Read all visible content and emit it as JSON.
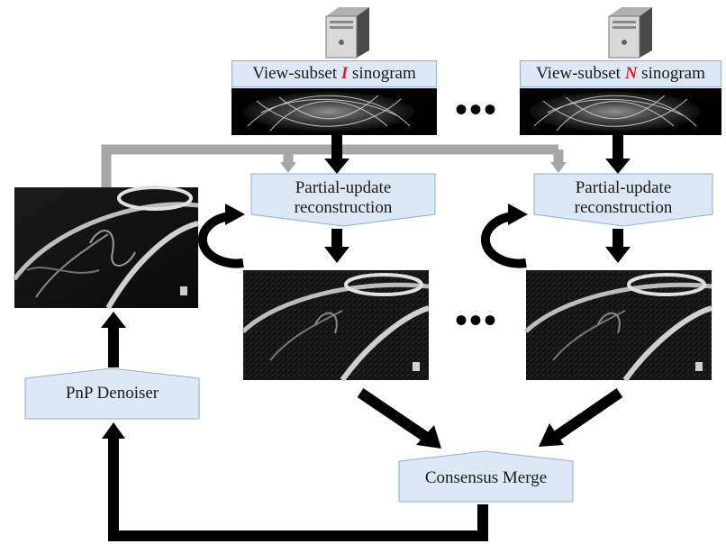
{
  "labels": {
    "subset_first_prefix": "View-subset ",
    "subset_first_var": "I",
    "subset_first_suffix": " sinogram",
    "subset_last_prefix": "View-subset ",
    "subset_last_var": "N",
    "subset_last_suffix": " sinogram",
    "partial_update_line1": "Partial-update",
    "partial_update_line2": "reconstruction",
    "pnp_denoiser": "PnP Denoiser",
    "consensus_merge": "Consensus Merge",
    "ellipsis": "•••"
  },
  "icons": [
    "computer-tower-icon",
    "sinogram-image",
    "ct-slice-image",
    "loop-arrow-icon"
  ],
  "colors": {
    "box_fill": "#dce8f6",
    "box_border": "#8eaed3",
    "var_red": "#e02020",
    "arrow_black": "#000000",
    "arrow_gray": "#a6a6a6"
  }
}
